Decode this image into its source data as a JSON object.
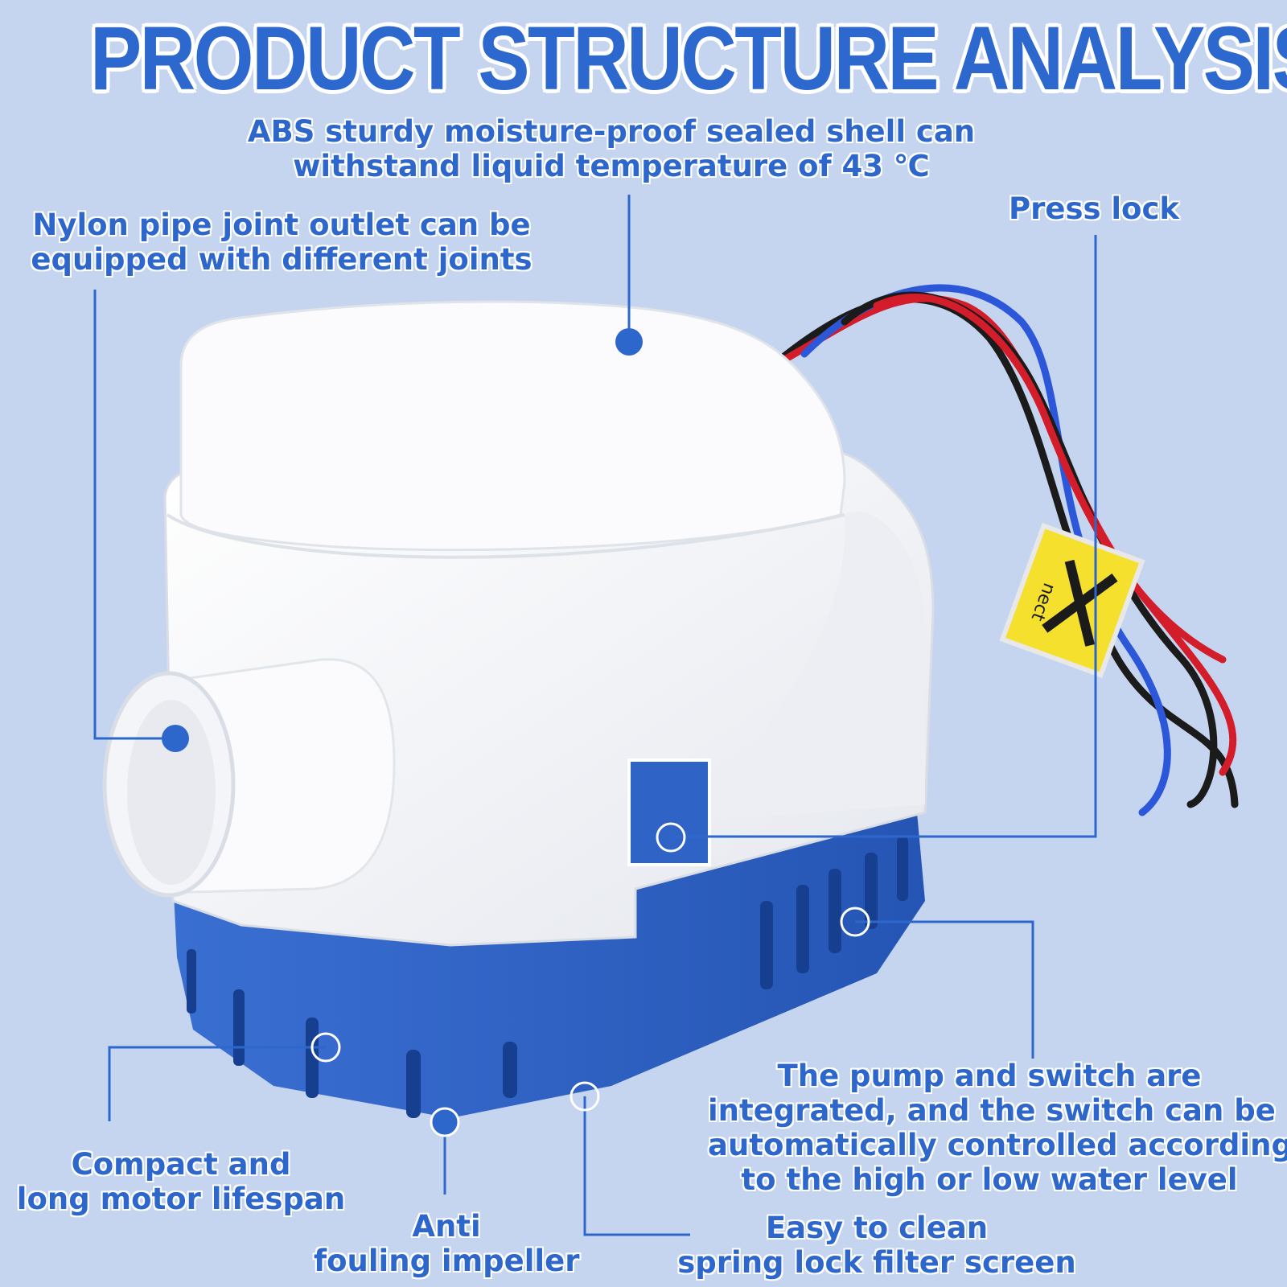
{
  "title": "PRODUCT STRUCTURE ANALYSIS",
  "callouts": {
    "shell": [
      "ABS sturdy moisture-proof sealed shell can",
      "withstand liquid temperature of 43 ℃"
    ],
    "outlet": [
      "Nylon pipe joint outlet can be",
      "equipped with different joints"
    ],
    "press_lock": [
      "Press lock"
    ],
    "integrated": [
      "The pump and switch are",
      "integrated, and the switch can be",
      "automatically controlled according",
      "to the high or low water level"
    ],
    "motor": [
      "Compact and",
      "long motor lifespan"
    ],
    "impeller": [
      "Anti",
      "fouling impeller"
    ],
    "filter": [
      "Easy to clean",
      "spring lock filter screen"
    ]
  },
  "product_tag_text": "nect",
  "colors": {
    "accent": "#2e67cc",
    "background": "#c5d4ef",
    "pump_base": "#2f63c6",
    "pump_shell": "#f3f4f7"
  }
}
